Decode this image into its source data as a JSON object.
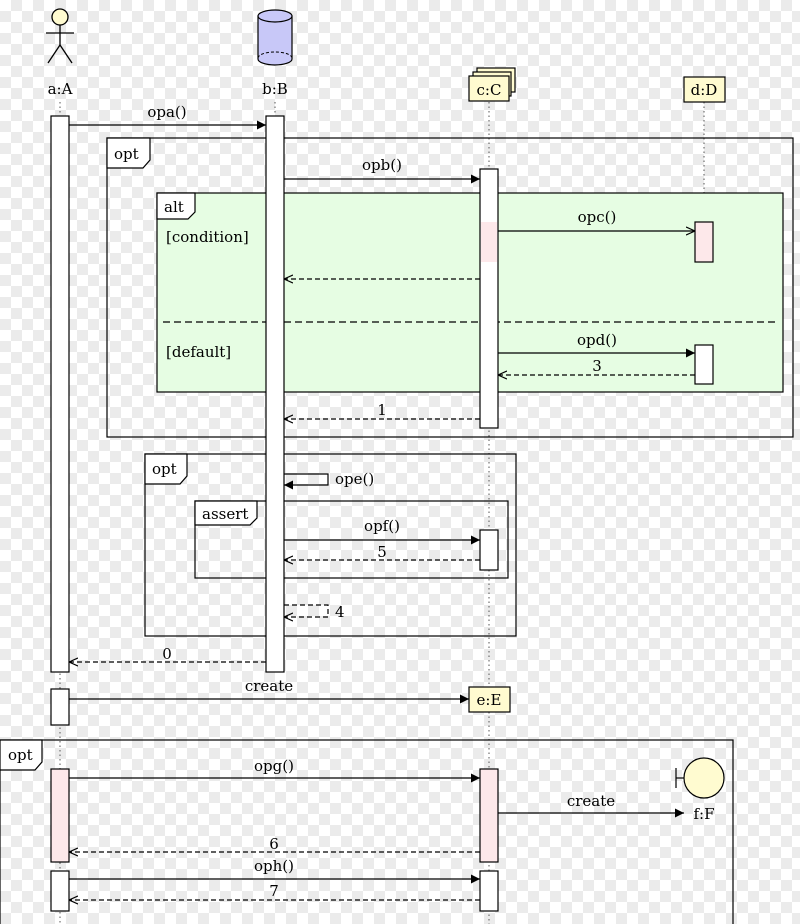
{
  "participants": {
    "a": "a:A",
    "b": "b:B",
    "c": "c:C",
    "d": "d:D",
    "e": "e:E",
    "f": "f:F"
  },
  "fragments": {
    "opt1": "opt",
    "alt": "alt",
    "condition": "[condition]",
    "default": "[default]",
    "opt2": "opt",
    "assert": "assert",
    "opt3": "opt"
  },
  "messages": {
    "opa": "opa()",
    "opb": "opb()",
    "opc": "opc()",
    "opd": "opd()",
    "ret3": "3",
    "ret1": "1",
    "ope": "ope()",
    "opf": "opf()",
    "ret5": "5",
    "ret4": "4",
    "ret0": "0",
    "create_e": "create",
    "opg": "opg()",
    "create_f": "create",
    "ret6": "6",
    "oph": "oph()",
    "ret7": "7"
  },
  "colors": {
    "alt_fill": "#e6fde3",
    "highlight_activation": "#fde8ea",
    "object_box": "#fffbd0",
    "database": "#c8c8f8"
  }
}
